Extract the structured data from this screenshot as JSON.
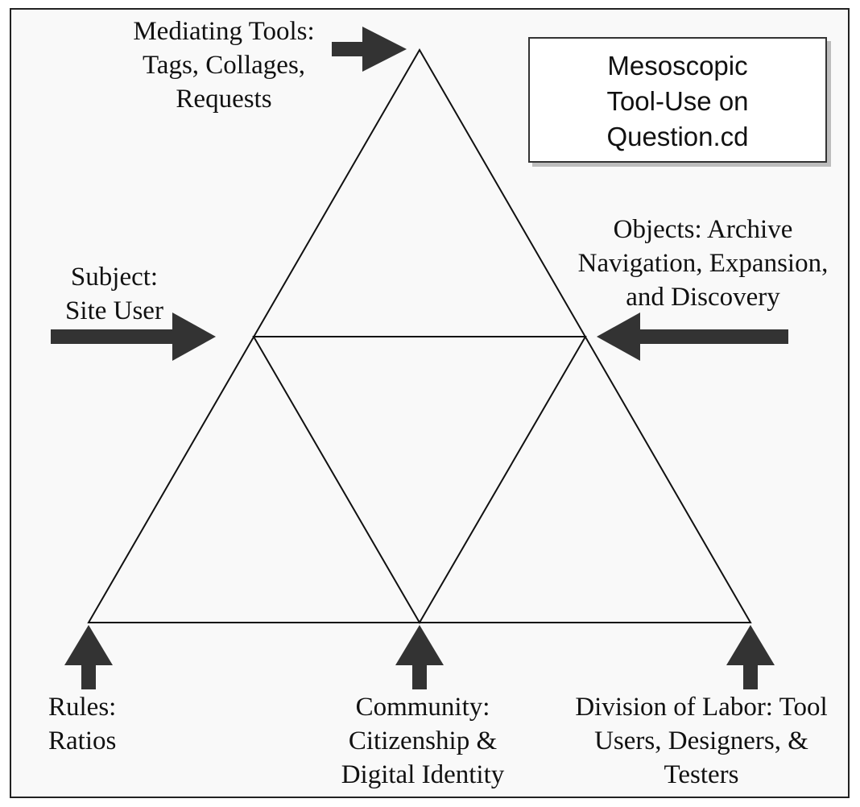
{
  "title": {
    "lines": [
      "Mesoscopic",
      "Tool-Use on",
      "Question.cd"
    ]
  },
  "nodes": {
    "mediating_tools": {
      "lines": [
        "Mediating Tools:",
        "Tags, Collages,",
        "Requests"
      ]
    },
    "subject": {
      "lines": [
        "Subject:",
        "Site User"
      ]
    },
    "objects": {
      "lines": [
        "Objects: Archive",
        "Navigation, Expansion,",
        "and Discovery"
      ]
    },
    "rules": {
      "lines": [
        "Rules:",
        "Ratios"
      ]
    },
    "community": {
      "lines": [
        "Community:",
        "Citizenship &",
        "Digital Identity"
      ]
    },
    "division_of_labor": {
      "lines": [
        "Division of Labor: Tool",
        "Users, Designers, &",
        "Testers"
      ]
    }
  },
  "colors": {
    "arrow": "#333333",
    "line": "#111111",
    "frame": "#222222"
  }
}
